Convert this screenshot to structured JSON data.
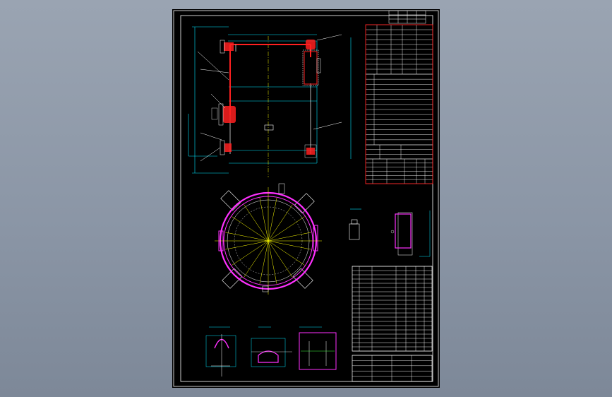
{
  "viewer": {
    "background_color": "#8b96a6",
    "sheet_color": "#000000"
  },
  "drawing": {
    "type": "tank-cad-drawing",
    "colors": {
      "frame": "#ffffff",
      "shell": "#ff2020",
      "dimension": "#00e5ff",
      "centerline": "#ffff00",
      "annotation": "#ffffff",
      "detail": "#ff30ff",
      "nozzle": "#40ff40"
    },
    "views": [
      {
        "id": "elevation",
        "label": ""
      },
      {
        "id": "plan",
        "label": ""
      },
      {
        "id": "detail-1",
        "label": ""
      },
      {
        "id": "detail-2",
        "label": ""
      },
      {
        "id": "detail-3",
        "label": ""
      },
      {
        "id": "detail-a",
        "label": ""
      },
      {
        "id": "detail-b",
        "label": ""
      }
    ]
  }
}
